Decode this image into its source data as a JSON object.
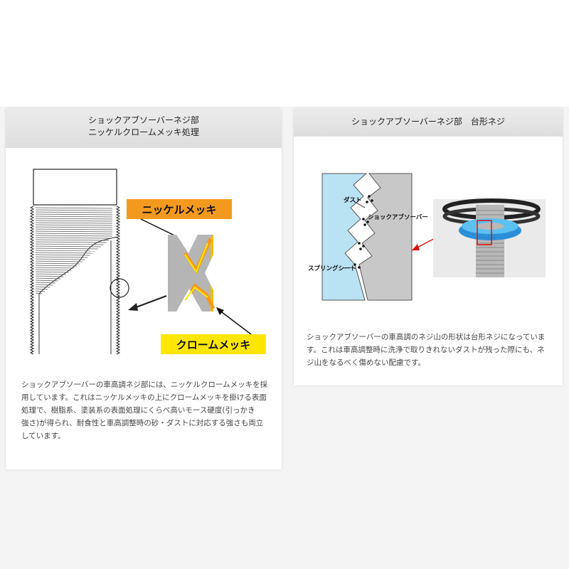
{
  "left": {
    "title_line1": "ショックアブソーバーネジ部",
    "title_line2": "ニッケルクロームメッキ処理",
    "nickel_label": "ニッケルメッキ",
    "chrome_label": "クロームメッキ",
    "description": [
      "ショックアブソーバーの車高調ネジ部には、ニッケルクロームメッキを採",
      "用しています。これはニッケルメッキの上にクロームメッキを掛ける表面",
      "処理で、樹脂系、塗装系の表面処理にくらべ高いモース硬度(引っかき",
      "強さ)が得られ、耐食性と車高調整時の砂・ダストに対応する強さも両立",
      "しています。"
    ]
  },
  "right": {
    "title": "ショックアブソーバーネジ部　台形ネジ",
    "dust_label": "ダスト",
    "absorber_label": "ショックアブソーバー",
    "spring_seat_label": "スプリングシート",
    "description": [
      "ショックアブソーバーの車高調のネジ山の形状は台形ネジになっていま",
      "す。これは車高調整時に洗浄で取りきれないダストが残った際にも、ネ",
      "ジ山をなるべく傷めない配慮です。"
    ]
  },
  "colors": {
    "nickel_badge": "#f39a1e",
    "chrome_badge": "#ffe600",
    "seat_blue": "#b9e2f2",
    "absorber_gray": "#c8c8c8",
    "arrow_red": "#e01010"
  }
}
